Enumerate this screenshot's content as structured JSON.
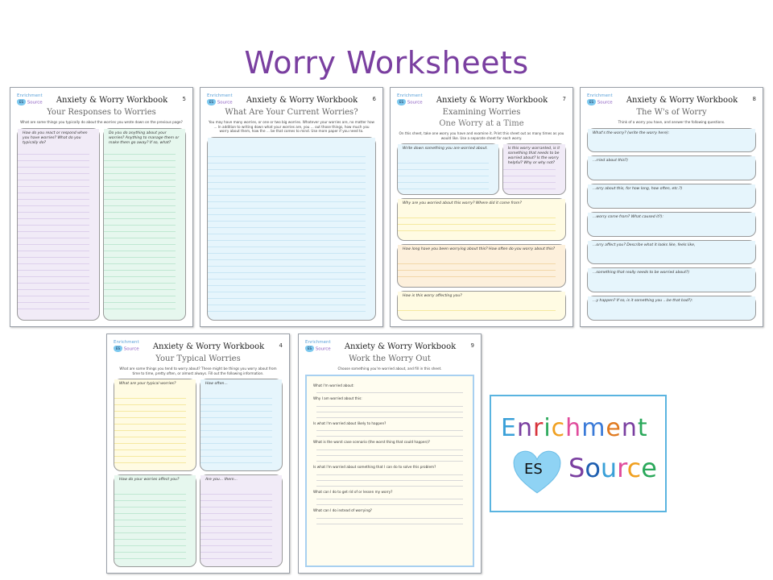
{
  "title": "Worry Worksheets",
  "colors": {
    "title": "#7a3fa0",
    "blue": "#e6f5fc",
    "yellow": "#fffbe3",
    "purple": "#f1ebf7",
    "green": "#e6f7ee",
    "orange": "#fdf0dc",
    "logo_border": "#5ab4e0"
  },
  "page_logo": {
    "line1": "Enrichment",
    "heart": "ES",
    "line2": "Source"
  },
  "pages": [
    {
      "id": "p5",
      "number": "5",
      "title": "Anxiety & Worry Workbook",
      "subtitle": "Your Responses to Worries",
      "intro": "What are some things you typically do about the worries you wrote down on the previous page?",
      "boxes": [
        {
          "label": "How do you react or respond when you have worries? What do you typically do?",
          "color": "purple"
        },
        {
          "label": "Do you do anything about your worries? Anything to manage them or make them go away? If so, what?",
          "color": "green"
        }
      ]
    },
    {
      "id": "p6",
      "number": "6",
      "title": "Anxiety & Worry Workbook",
      "subtitle": "What Are Your Current Worries?",
      "intro": "You may have many worries, or one or two big worries. Whatever your worries are, no matter how ... In addition to writing down what your worries are, you ... out those things, how much you worry about them, how the ... be that comes to mind. Use more paper if you need to.",
      "boxes": [
        {
          "label": "",
          "color": "blue"
        }
      ]
    },
    {
      "id": "p7",
      "number": "7",
      "title": "Anxiety & Worry Workbook",
      "subtitle": "Examining Worries",
      "subtitle2": "One Worry at a Time",
      "intro": "On this sheet, take one worry you have and examine it. Print this sheet out as many times as you would like. Use a separate sheet for each worry.",
      "boxes": [
        {
          "label": "Write down something you are worried about.",
          "color": "blue"
        },
        {
          "label": "Is this worry warranted, is it something that needs to be worried about? Is the worry helpful? Why or why not?",
          "color": "purple"
        },
        {
          "label": "Why are you worried about this worry? Where did it come from?",
          "color": "yellow"
        },
        {
          "label": "How long have you been worrying about this? How often do you worry about this?",
          "color": "orange"
        },
        {
          "label": "How is this worry affecting you?",
          "color": "yellow"
        }
      ]
    },
    {
      "id": "p8",
      "number": "8",
      "title": "Anxiety & Worry Workbook",
      "subtitle": "The W's of Worry",
      "intro": "Think of a worry you have, and answer the following questions.",
      "boxes": [
        {
          "label": "What's the worry? (write the worry here):",
          "color": "blue"
        },
        {
          "label": "...rried about this?)",
          "color": "blue"
        },
        {
          "label": "...orry about this, for how long, how often, etc.?)",
          "color": "blue"
        },
        {
          "label": "...worry come from? What caused it?):",
          "color": "blue"
        },
        {
          "label": "...orry affect you? Describe what it looks like, feels like,",
          "color": "blue"
        },
        {
          "label": "...something that really needs to be worried about?)",
          "color": "blue"
        },
        {
          "label": "...y happen? If so, is it something you ...be that bad?):",
          "color": "blue"
        }
      ]
    },
    {
      "id": "p4",
      "number": "4",
      "title": "Anxiety & Worry Workbook",
      "subtitle": "Your Typical Worries",
      "intro": "What are some things you tend to worry about? These might be things you worry about from time to time, pretty often, or almost always. Fill out the following information.",
      "boxes": [
        {
          "label": "What are your typical worries?",
          "color": "yellow"
        },
        {
          "label": "How often...",
          "color": "blue"
        },
        {
          "label": "How do your worries affect you?",
          "color": "green"
        },
        {
          "label": "Are you... them...",
          "color": "purple"
        }
      ]
    },
    {
      "id": "p9",
      "number": "9",
      "title": "Anxiety & Worry Workbook",
      "subtitle": "Work the Worry Out",
      "intro": "Choose something you're worried about, and fill in this sheet.",
      "questions": [
        "What I'm worried about:",
        "Why I am worried about this:",
        "Is what I'm worried about likely to happen?",
        "What is the worst case scenario (the worst thing that could happen)?",
        "Is what I'm worried about something that I can do to solve this problem?",
        "What can I do to get rid of or lessen my worry?",
        "What can I do instead of worrying?"
      ]
    }
  ],
  "logo": {
    "line1": "Enrichment",
    "heart": "ES",
    "line2": "Source",
    "line1_colors": [
      "#3aa0d8",
      "#7a3fa0",
      "#d8343c",
      "#2aa85a",
      "#f0a020",
      "#e04c9c",
      "#3a7ad8",
      "#e07a20",
      "#7a3fa0",
      "#2aa85a"
    ],
    "line2_colors": [
      "#7a3fa0",
      "#1f5fb0",
      "#3aa0d8",
      "#e04c9c",
      "#f0a020",
      "#2aa85a"
    ]
  }
}
